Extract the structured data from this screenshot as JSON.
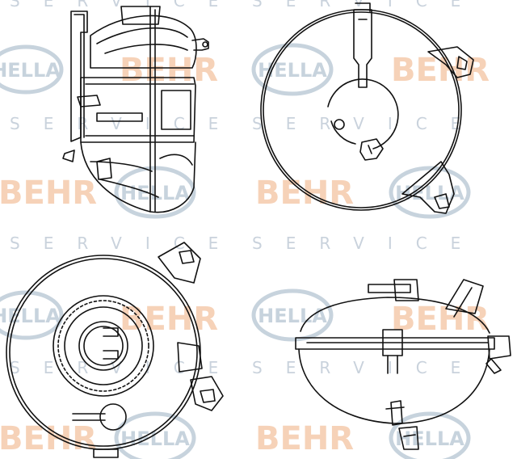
{
  "watermark": {
    "brand_service": "BEHR",
    "brand_hella": "HELLA",
    "service_word": "SERVICE",
    "service_colour": "#c9d2dc",
    "behr_colour": "#f6d2b8",
    "hella_colour": "#c7d3dd"
  },
  "drawing": {
    "line_colour": "#111111",
    "views": [
      "side-view",
      "top-view",
      "bottom-view",
      "front-view"
    ]
  }
}
